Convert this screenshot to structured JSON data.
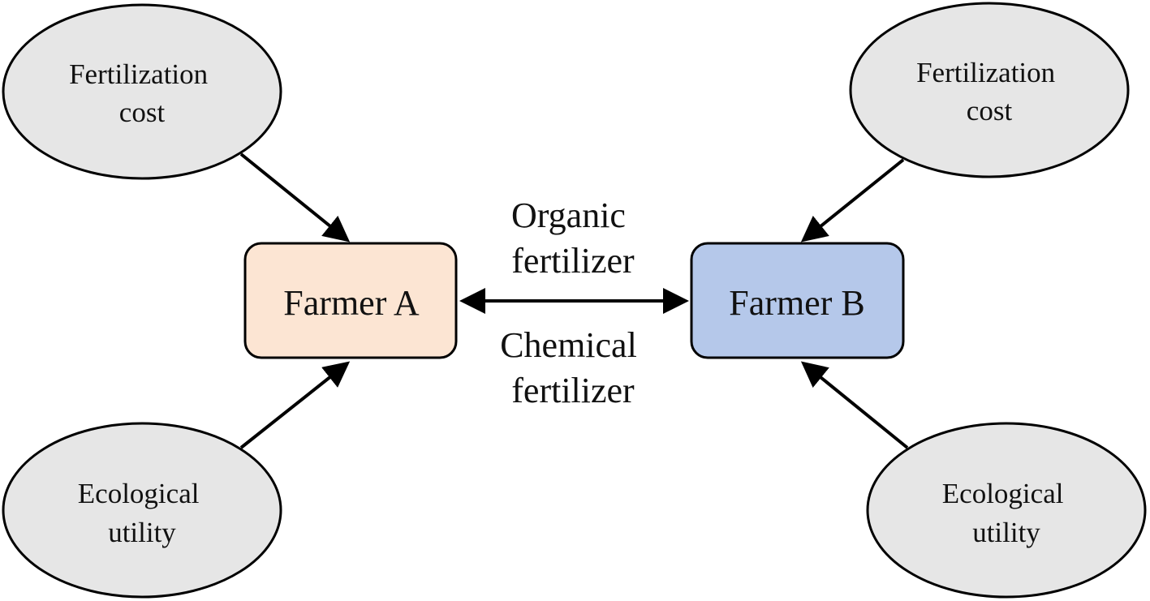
{
  "colors": {
    "farmer_a_fill": "#fce5d3",
    "farmer_b_fill": "#b5c8ea",
    "ellipse_fill": "#e6e6e6",
    "stroke": "#000000"
  },
  "nodes": {
    "farmer_a": {
      "label": "Farmer A"
    },
    "farmer_b": {
      "label": "Farmer B"
    },
    "cost_a": {
      "line1": "Fertilization",
      "line2": "cost"
    },
    "cost_b": {
      "line1": "Fertilization",
      "line2": "cost"
    },
    "eco_a": {
      "line1": "Ecological",
      "line2": "utility"
    },
    "eco_b": {
      "line1": "Ecological",
      "line2": "utility"
    }
  },
  "edge_labels": {
    "organic": {
      "line1": "Organic",
      "line2": "fertilizer"
    },
    "chemical": {
      "line1": "Chemical",
      "line2": "fertilizer"
    }
  },
  "edges": [
    {
      "from": "cost_a",
      "to": "farmer_a",
      "arrow": "end"
    },
    {
      "from": "eco_a",
      "to": "farmer_a",
      "arrow": "end"
    },
    {
      "from": "cost_b",
      "to": "farmer_b",
      "arrow": "end"
    },
    {
      "from": "eco_b",
      "to": "farmer_b",
      "arrow": "end"
    },
    {
      "from": "farmer_a",
      "to": "farmer_b",
      "arrow": "both"
    }
  ]
}
